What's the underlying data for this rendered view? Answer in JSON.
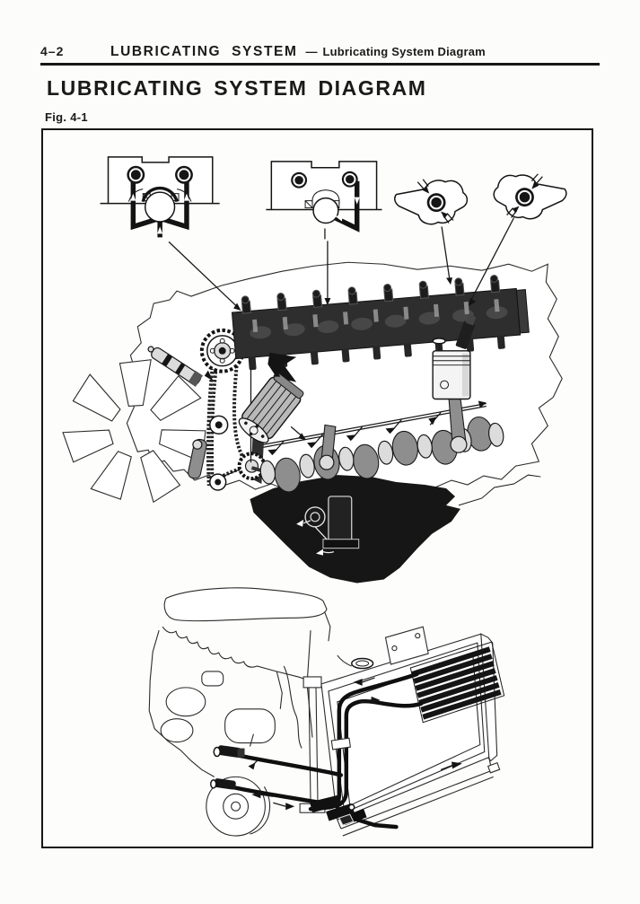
{
  "page": {
    "background_color": "#fcfcfa",
    "ink_color": "#1a1a1a"
  },
  "header": {
    "page_number": "4–2",
    "section_title": "LUBRICATING SYSTEM",
    "separator": "—",
    "subsection_title": "Lubricating System Diagram"
  },
  "content": {
    "title": "LUBRICATING SYSTEM DIAGRAM",
    "figure_label": "Fig. 4-1"
  }
}
